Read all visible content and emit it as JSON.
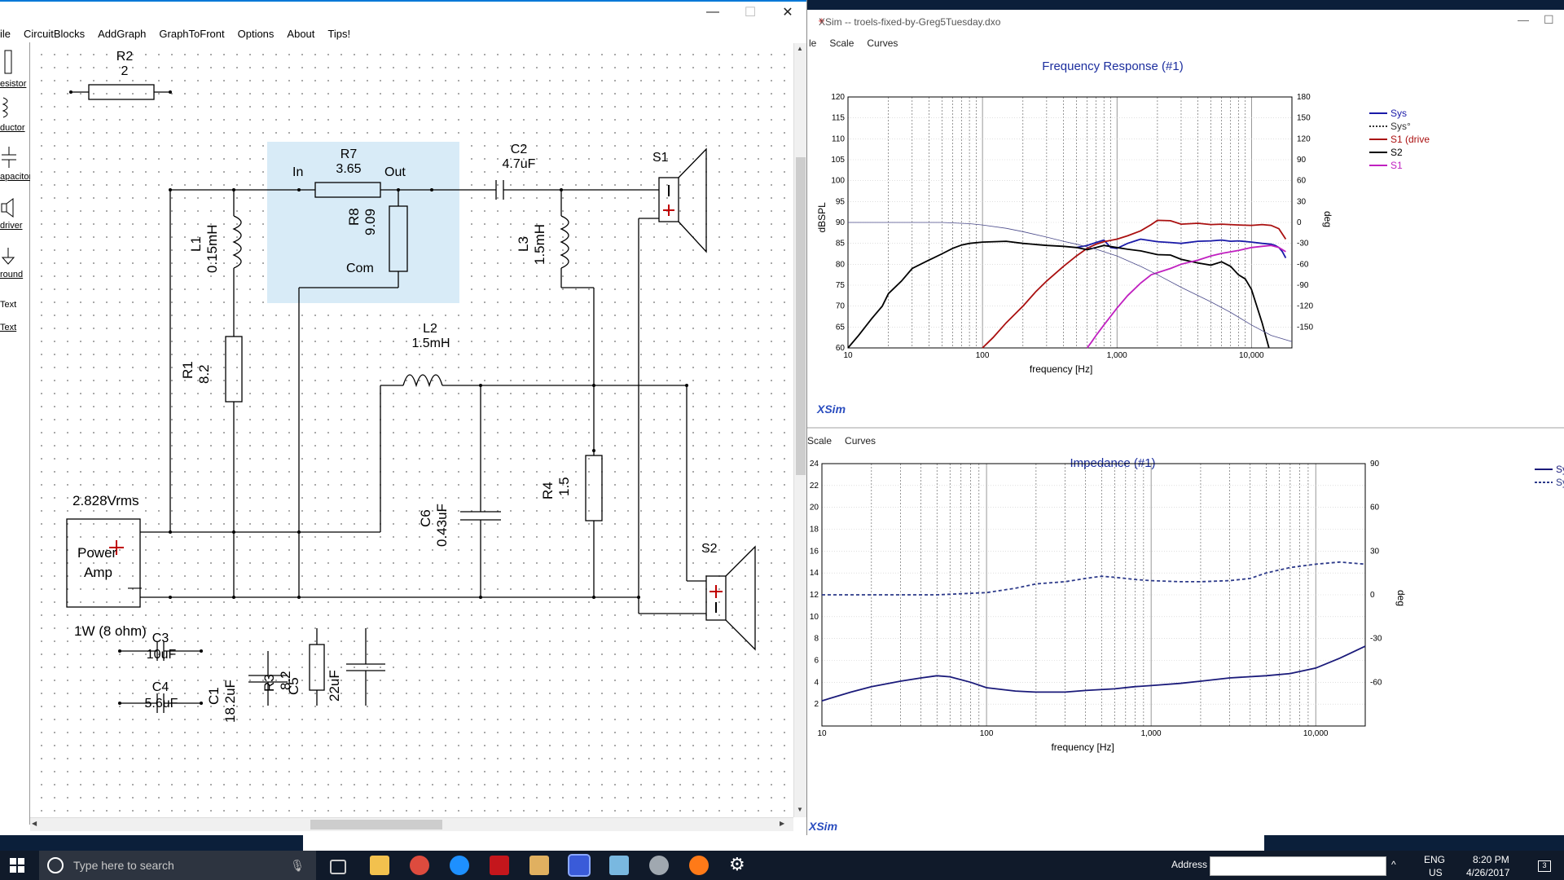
{
  "left_window": {
    "menu": [
      "ile",
      "CircuitBlocks",
      "AddGraph",
      "GraphToFront",
      "Options",
      "About",
      "Tips!"
    ],
    "caption_buttons": {
      "minimize": "—",
      "maximize": "☐",
      "close": "✕"
    },
    "palette": [
      {
        "icon": "resistor-icon",
        "label": "esistor"
      },
      {
        "icon": "inductor-icon",
        "label": "ductor"
      },
      {
        "icon": "capacitor-icon",
        "label": "apacitor"
      },
      {
        "icon": "driver-icon",
        "label": "driver"
      },
      {
        "icon": "ground-icon",
        "label": "round"
      },
      {
        "icon": "text-icon",
        "label": "Text"
      },
      {
        "icon": "text-icon",
        "label": "Text"
      }
    ],
    "schematic": {
      "r2": {
        "name": "R2",
        "value": "2"
      },
      "r7": {
        "name": "R7",
        "value": "3.65"
      },
      "r7_in": "In",
      "r7_out": "Out",
      "r8": {
        "name": "R8",
        "value": "9.09"
      },
      "r8_com": "Com",
      "c2": {
        "name": "C2",
        "value": "4.7uF"
      },
      "s1": "S1",
      "s2": "S2",
      "l1": {
        "name": "L1",
        "value": "0.15mH"
      },
      "l3": {
        "name": "L3",
        "value": "1.5mH"
      },
      "l2": {
        "name": "L2",
        "value": "1.5mH"
      },
      "r1": {
        "name": "R1",
        "value": "8.2"
      },
      "r4": {
        "name": "R4",
        "value": "1.5"
      },
      "c6": {
        "name": "C6",
        "value": "0.43uF"
      },
      "source_voltage": "2.828Vrms",
      "amp_label": "Power\nAmp",
      "amp_line1": "Power",
      "amp_line2": "Amp",
      "amp_plus": "+",
      "amp_minus": "—",
      "power_note": "1W (8 ohm)",
      "c3": {
        "name": "C3",
        "value": "10uF"
      },
      "c4": {
        "name": "C4",
        "value": "5.6uF"
      },
      "c1": {
        "name": "C1",
        "value": "18.2uF"
      },
      "r3": {
        "name": "R3",
        "value": "8.2"
      },
      "c5": {
        "name": "C5",
        "value": "22uF"
      }
    }
  },
  "right_window": {
    "title": "XSim -- troels-fixed-by-Greg5Tuesday.dxo",
    "top_menu": [
      "le",
      "Scale",
      "Curves"
    ],
    "bottom_menu": [
      "Scale",
      "Curves"
    ],
    "brand": "XSim"
  },
  "chart_data": [
    {
      "type": "line",
      "title": "Frequency Response (#1)",
      "xlabel": "frequency [Hz]",
      "ylabel": "dBSPL",
      "y2label": "deg",
      "xscale": "log",
      "xlim": [
        10,
        20000
      ],
      "ylim": [
        60,
        120
      ],
      "y2lim": [
        -180,
        180
      ],
      "x_tick_labels": [
        "10",
        "100",
        "1,000",
        "10,000"
      ],
      "y_tick_labels": [
        "60",
        "65",
        "70",
        "75",
        "80",
        "85",
        "90",
        "95",
        "100",
        "105",
        "110",
        "115",
        "120"
      ],
      "y2_tick_labels": [
        "-150",
        "-120",
        "-90",
        "-60",
        "-30",
        "0",
        "30",
        "60",
        "90",
        "120",
        "150",
        "180"
      ],
      "legend_position": "right",
      "series": [
        {
          "name": "Sys",
          "color": "#1a1aa8",
          "style": "solid",
          "x": [
            500,
            600,
            700,
            800,
            900,
            1000,
            1200,
            1500,
            2000,
            2500,
            3000,
            4000,
            5000,
            6000,
            7000,
            8000,
            10000,
            12000,
            14000,
            15000,
            16000,
            17000,
            18000
          ],
          "y": [
            84,
            84.5,
            85.2,
            85.8,
            84,
            83.8,
            85,
            86,
            85.4,
            85.2,
            85,
            85.5,
            85.6,
            85.8,
            85.5,
            85.6,
            85.3,
            85,
            84.8,
            84.5,
            84,
            83,
            81.5
          ]
        },
        {
          "name": "Sys°",
          "color": "#333333",
          "style": "dotted",
          "x": [],
          "y": []
        },
        {
          "name": "S1 (drive",
          "color": "#aa1010",
          "style": "solid",
          "x": [
            100,
            120,
            150,
            200,
            250,
            300,
            400,
            500,
            600,
            700,
            800,
            1000,
            1200,
            1500,
            1800,
            2000,
            2500,
            3000,
            4000,
            5000,
            6000,
            8000,
            10000,
            12000,
            14000,
            16000,
            18000
          ],
          "y": [
            60,
            62.5,
            66,
            70,
            73.5,
            76,
            79.5,
            82,
            83.8,
            84.8,
            85.4,
            86,
            86.8,
            88,
            89.5,
            90.5,
            90.4,
            89.6,
            89.8,
            89.5,
            89.6,
            89.4,
            89.3,
            89.5,
            89.3,
            88.5,
            86
          ]
        },
        {
          "name": "S2",
          "color": "#000000",
          "style": "solid",
          "x": [
            10,
            12,
            15,
            18,
            20,
            25,
            30,
            40,
            50,
            60,
            70,
            80,
            100,
            150,
            200,
            300,
            400,
            500,
            600,
            700,
            800,
            1000,
            1200,
            1500,
            2000,
            2500,
            3000,
            4000,
            5000,
            6000,
            7000,
            8000,
            9000,
            10000,
            12000,
            13500
          ],
          "y": [
            60,
            63,
            67,
            70,
            73,
            76,
            79,
            81,
            82.5,
            83.8,
            84.6,
            85,
            85.3,
            85.5,
            85,
            84.5,
            84.3,
            84,
            83.5,
            84,
            84.5,
            84,
            83.6,
            83.2,
            82.3,
            82.2,
            81.2,
            80.3,
            79.8,
            80.6,
            79.5,
            77.5,
            76.5,
            74,
            66,
            60
          ]
        },
        {
          "name": "S1",
          "color": "#c020c0",
          "style": "solid",
          "x": [
            600,
            650,
            700,
            800,
            1000,
            1200,
            1500,
            1800,
            2000,
            2500,
            3000,
            4000,
            5000,
            6000,
            8000,
            10000,
            12000,
            14000,
            16000,
            18000
          ],
          "y": [
            60,
            61.5,
            63,
            65.5,
            69.5,
            72.5,
            75.5,
            77.5,
            78,
            79,
            80,
            81,
            82,
            82.6,
            83.3,
            84,
            84.3,
            84.5,
            84,
            83
          ]
        },
        {
          "name": "",
          "color": "#4a4a8a",
          "style": "solid",
          "width": 0.8,
          "x": [
            10,
            20,
            50,
            80,
            100,
            150,
            200,
            300,
            400,
            500,
            700,
            1000,
            1500,
            2000,
            3000,
            5000,
            7000,
            10000,
            14000,
            20000
          ],
          "y": [
            90,
            90,
            90,
            89.7,
            89.4,
            88.6,
            87.8,
            86.5,
            85.5,
            84.8,
            83.6,
            82,
            79.5,
            77.5,
            74.5,
            71,
            68.5,
            65.5,
            63,
            61.5
          ]
        }
      ]
    },
    {
      "type": "line",
      "title": "Impedance (#1)",
      "xlabel": "frequency [Hz]",
      "ylabel": "",
      "y2label": "deg",
      "xscale": "log",
      "xlim": [
        10,
        20000
      ],
      "ylim": [
        0,
        24
      ],
      "y2lim": [
        -90,
        90
      ],
      "x_tick_labels": [
        "10",
        "100",
        "1,000",
        "10,000"
      ],
      "y_tick_labels": [
        "2",
        "4",
        "6",
        "8",
        "10",
        "12",
        "14",
        "16",
        "18",
        "20",
        "22",
        "24"
      ],
      "y2_tick_labels": [
        "-60",
        "-30",
        "0",
        "30",
        "60",
        "90"
      ],
      "legend_position": "right",
      "legend_labels": [
        "Sy",
        "Sy"
      ],
      "series": [
        {
          "name": "Sy",
          "color": "#1a1a7a",
          "style": "solid",
          "x": [
            10,
            15,
            20,
            30,
            40,
            50,
            60,
            80,
            100,
            150,
            200,
            300,
            400,
            600,
            800,
            1000,
            1500,
            2000,
            3000,
            5000,
            7000,
            10000,
            14000,
            20000
          ],
          "y": [
            2.3,
            3.1,
            3.6,
            4.1,
            4.4,
            4.6,
            4.5,
            4,
            3.5,
            3.2,
            3.1,
            3.1,
            3.25,
            3.4,
            3.6,
            3.7,
            3.9,
            4.1,
            4.4,
            4.6,
            4.8,
            5.3,
            6.2,
            7.3
          ]
        },
        {
          "name": "Sy",
          "color": "#2d3a8a",
          "style": "dashed",
          "x": [
            10,
            20,
            50,
            100,
            150,
            200,
            300,
            400,
            500,
            600,
            700,
            800,
            1000,
            1500,
            2000,
            3000,
            4000,
            5000,
            7000,
            10000,
            14000,
            20000
          ],
          "y": [
            12,
            12,
            12,
            12.2,
            12.6,
            13,
            13.2,
            13.5,
            13.7,
            13.6,
            13.5,
            13.4,
            13.3,
            13.2,
            13.2,
            13.3,
            13.5,
            14,
            14.5,
            14.8,
            15,
            14.8
          ]
        }
      ]
    }
  ],
  "taskbar": {
    "search_placeholder": "Type here to search",
    "address_label": "Address",
    "lang_top": "ENG",
    "lang_bottom": "US",
    "time": "8:20 PM",
    "date": "4/26/2017",
    "notif_count": "3"
  }
}
